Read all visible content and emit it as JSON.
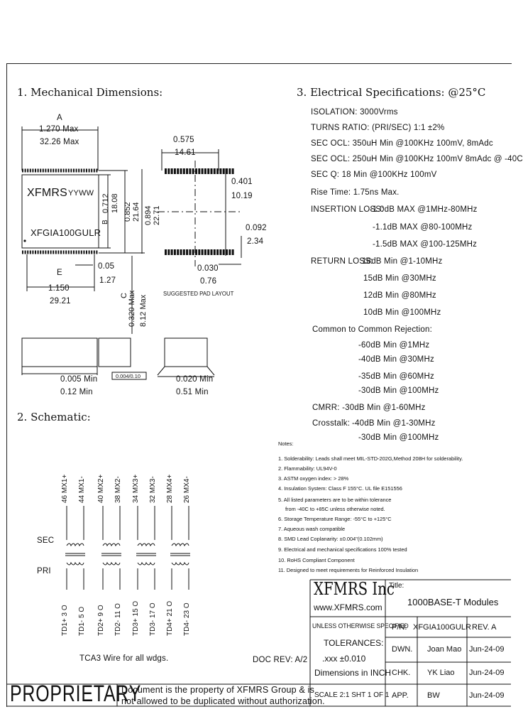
{
  "mech": {
    "heading": "1. Mechanical Dimensions:",
    "dim_a_label": "A",
    "dim_a_in": "1.270 Max",
    "dim_a_mm": "32.26 Max",
    "body_brand": "XFMRS",
    "body_date": "YYWW",
    "body_part": "XFGIA100GULR",
    "dim_b_label": "B",
    "dim_b_in": "0.712",
    "dim_b_mm": "18.08",
    "dim_d_in": "0.852",
    "dim_d_mm": "21.64",
    "dim_f_in": "0.894",
    "dim_f_mm": "22.71",
    "dim_e_label": "E",
    "dim_e_in": "1.150",
    "dim_e_mm": "29.21",
    "dim_pitch_in": "0.05",
    "dim_pitch_mm": "1.27",
    "dim_c_label": "C",
    "dim_c_in": "0.320 Max",
    "dim_c_mm": "8.12 Max",
    "pad_top_in": "0.575",
    "pad_top_mm": "14.61",
    "pad_row_in": "0.401",
    "pad_row_mm": "10.19",
    "pad_len_in": "0.092",
    "pad_len_mm": "2.34",
    "pad_w_in": "0.030",
    "pad_w_mm": "0.76",
    "pad_layout_label": "SUGGESTED PAD LAYOUT",
    "side_min1_in": "0.005 Min",
    "side_min1_mm": "0.12 Min",
    "coplanarity_label": "0.004/0.10",
    "side_min2_in": "0.020 Min",
    "side_min2_mm": "0.51 Min"
  },
  "schematic": {
    "heading": "2. Schematic:",
    "top_pins": [
      "46 MX1+",
      "44 MX1-",
      "40 MX2+",
      "38 MX2-",
      "34 MX3+",
      "32 MX3-",
      "28 MX4+",
      "26 MX4-"
    ],
    "bottom_pins": [
      "TD1+ 3 O",
      "TD1- 5 O",
      "TD2+ 9 O",
      "TD2- 11 O",
      "TD3+ 15 O",
      "TD3- 17 O",
      "TD4+ 21 O",
      "TD4- 23 O"
    ],
    "sec_label": "SEC",
    "pri_label": "PRI",
    "wire_note": "TCA3 Wire for all wdgs.",
    "doc_rev": "DOC REV: A/2"
  },
  "elec": {
    "heading": "3. Electrical Specifications: @25°C",
    "lines": [
      "ISOLATION: 3000Vrms",
      "TURNS RATIO: (PRI/SEC) 1:1 ±2%",
      "SEC OCL: 350uH Min @100KHz 100mV, 8mAdc",
      "SEC OCL: 250uH Min @100KHz 100mV 8mAdc @ -40C",
      "SEC Q: 18 Min @100KHz 100mV",
      "Rise Time: 1.75ns Max."
    ],
    "insertion_label": "INSERTION LOSS:",
    "insertion": [
      "-1.0dB MAX @1MHz-80MHz",
      "-1.1dB MAX @80-100MHz",
      "-1.5dB MAX @100-125MHz"
    ],
    "return_label": "RETURN LOSS:",
    "return": [
      "18dB Min @1-10MHz",
      "15dB Min @30MHz",
      "12dB Min @80MHz",
      "10dB Min @100MHz"
    ],
    "ccr_label": "Common to Common Rejection:",
    "ccr": [
      "-60dB Min @1MHz",
      "-40dB Min @30MHz",
      "-35dB Min @60MHz",
      "-30dB Min @100MHz"
    ],
    "cmrr": "CMRR: -30dB Min @1-60MHz",
    "crosstalk_label": "Crosstalk:",
    "crosstalk": [
      "-40dB Min @1-30MHz",
      "-30dB Min @100MHz"
    ]
  },
  "notes": {
    "title": "Notes:",
    "items": [
      "1. Solderability: Leads shall meet MIL-STD-202G,Method 208H for solderability.",
      "2. Flammability: UL94V-0",
      "3. ASTM oxygen index: > 28%",
      "4. Insulation System: Class F 155°C. UL file E151556",
      "5. All listed parameters are to be within tolerance",
      "from -40C to +85C unless otherwise noted.",
      "6. Storage Temperature Range: -55°C to +125°C",
      "7. Aqueous wash compatible",
      "8. SMD Lead Coplanarity: ±0.004\"(0.102mm)",
      "9. Electrical and mechanical specifications 100% tested",
      "10. RoHS Compliant Component",
      "11. Designed to meet requirements for Reinforced Insulation"
    ]
  },
  "title_block": {
    "company": "XFMRS Inc",
    "website": "www.XFMRS.com",
    "title_label": "Title:",
    "title": "1000BASE-T Modules",
    "unless": "UNLESS OTHERWISE SPECIFIED",
    "tolerances": "TOLERANCES:",
    "tol_value": ".xxx ±0.010",
    "dims": "Dimensions in INCH",
    "pn_label": "P/N:",
    "pn": "XFGIA100GULR",
    "rev": "REV. A",
    "dwn_label": "DWN.",
    "dwn_name": "Joan Mao",
    "dwn_date": "Jun-24-09",
    "chk_label": "CHK.",
    "chk_name": "YK Liao",
    "chk_date": "Jun-24-09",
    "scale": "SCALE 2:1 SHT 1 OF 1",
    "app_label": "APP.",
    "app_name": "BW",
    "app_date": "Jun-24-09"
  },
  "footer": {
    "proprietary": "PROPRIETARY",
    "line1": "Document is the property of XFMRS Group & is",
    "line2": "not allowed to be duplicated without authorization."
  }
}
